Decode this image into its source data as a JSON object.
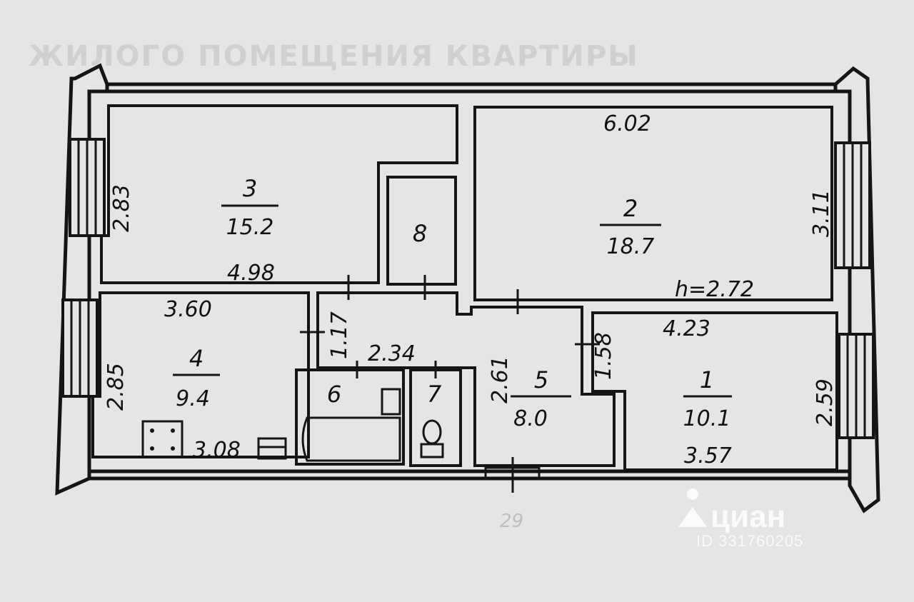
{
  "header_faded_text": "ЖИЛОГО ПОМЕЩЕНИЯ КВАРТИРЫ",
  "faint_label": "29",
  "rooms": [
    {
      "number": "3",
      "area": "15.2"
    },
    {
      "number": "8"
    },
    {
      "number": "2",
      "area": "18.7"
    },
    {
      "number": "4",
      "area": "9.4"
    },
    {
      "number": "6"
    },
    {
      "number": "7"
    },
    {
      "number": "5",
      "area": "8.0"
    },
    {
      "number": "1",
      "area": "10.1"
    }
  ],
  "dimensions": {
    "room3_height": "2.83",
    "room3_width": "4.98",
    "room2_width": "6.02",
    "room2_height": "3.11",
    "ceiling_height": "h=2.72",
    "room4_width_top": "3.60",
    "room4_height": "2.85",
    "room4_width_bottom": "3.08",
    "corridor_height": "1.17",
    "corridor_width": "2.34",
    "room5_height": "2.61",
    "passage_width": "1.58",
    "room1_width_top": "4.23",
    "room1_height": "2.59",
    "room1_width_bottom": "3.57"
  },
  "watermark": {
    "brand": "циан",
    "listing_id": "ID 331760205"
  }
}
